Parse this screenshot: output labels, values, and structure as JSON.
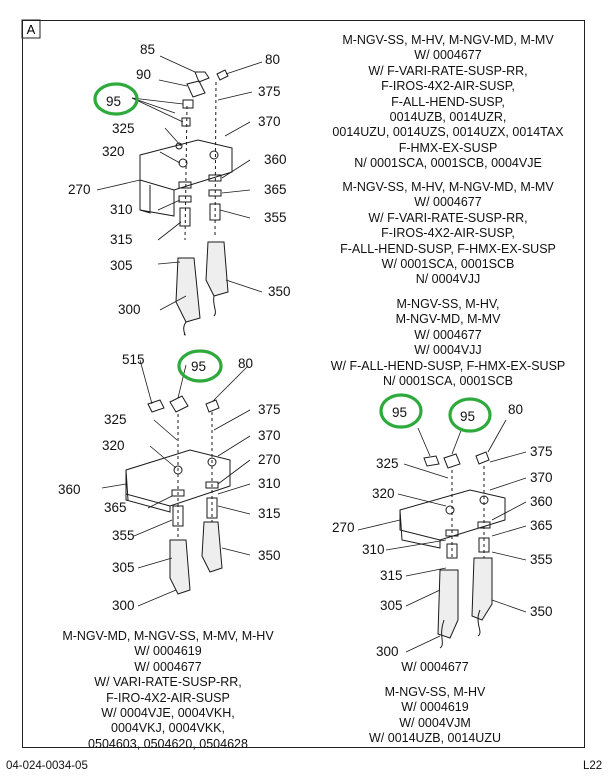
{
  "figure": {
    "panel_letter": "A",
    "doc_number": "04-024-0034-05",
    "page_ref": "L22",
    "highlight_color": "#2eaa3c",
    "line_color": "#1a1a1a"
  },
  "views": [
    {
      "id": "view-top-left",
      "callouts": [
        "85",
        "80",
        "90",
        "95",
        "375",
        "325",
        "370",
        "320",
        "360",
        "270",
        "365",
        "310",
        "355",
        "315",
        "305",
        "350",
        "300"
      ],
      "highlighted": [
        "95"
      ]
    },
    {
      "id": "view-bottom-left",
      "callouts": [
        "515",
        "95",
        "80",
        "325",
        "375",
        "320",
        "370",
        "360",
        "270",
        "365",
        "310",
        "355",
        "315",
        "350",
        "305",
        "300"
      ],
      "highlighted": [
        "95"
      ]
    },
    {
      "id": "view-bottom-right",
      "callouts": [
        "95",
        "95",
        "80",
        "375",
        "325",
        "370",
        "320",
        "360",
        "270",
        "365",
        "310",
        "355",
        "315",
        "305",
        "350",
        "300"
      ],
      "highlighted": [
        "95",
        "95"
      ]
    }
  ],
  "applicability": {
    "block1": [
      "M-NGV-SS, M-HV, M-NGV-MD, M-MV",
      "W/ 0004677",
      "W/ F-VARI-RATE-SUSP-RR,",
      "F-IROS-4X2-AIR-SUSP,",
      "F-ALL-HEND-SUSP,",
      "0014UZB, 0014UZR,",
      "0014UZU, 0014UZS, 0014UZX, 0014TAX",
      "F-HMX-EX-SUSP",
      "N/ 0001SCA, 0001SCB, 0004VJE"
    ],
    "block2": [
      "M-NGV-SS, M-HV, M-NGV-MD, M-MV",
      "W/ 0004677",
      "W/ F-VARI-RATE-SUSP-RR,",
      "F-IROS-4X2-AIR-SUSP,",
      "F-ALL-HEND-SUSP, F-HMX-EX-SUSP",
      "W/ 0001SCA, 0001SCB",
      "N/ 0004VJJ"
    ],
    "block3": [
      "M-NGV-SS, M-HV,",
      "M-NGV-MD, M-MV",
      "W/ 0004677",
      "W/ 0004VJJ",
      "W/ F-ALL-HEND-SUSP, F-HMX-EX-SUSP",
      "N/ 0001SCA, 0001SCB"
    ],
    "block4": [
      "M-NGV-MD, M-NGV-SS, M-MV, M-HV",
      "W/ 0004619",
      "W/ 0004677",
      "W/ VARI-RATE-SUSP-RR,",
      "F-IRO-4X2-AIR-SUSP",
      "W/ 0004VJE, 0004VKH,",
      "0004VKJ, 0004VKK,",
      "0504603, 0504620, 0504628"
    ],
    "block5": [
      "W/ 0004677"
    ],
    "block6": [
      "M-NGV-SS, M-HV",
      "W/ 0004619",
      "W/ 0004VJM",
      "W/ 0014UZB, 0014UZU"
    ]
  }
}
